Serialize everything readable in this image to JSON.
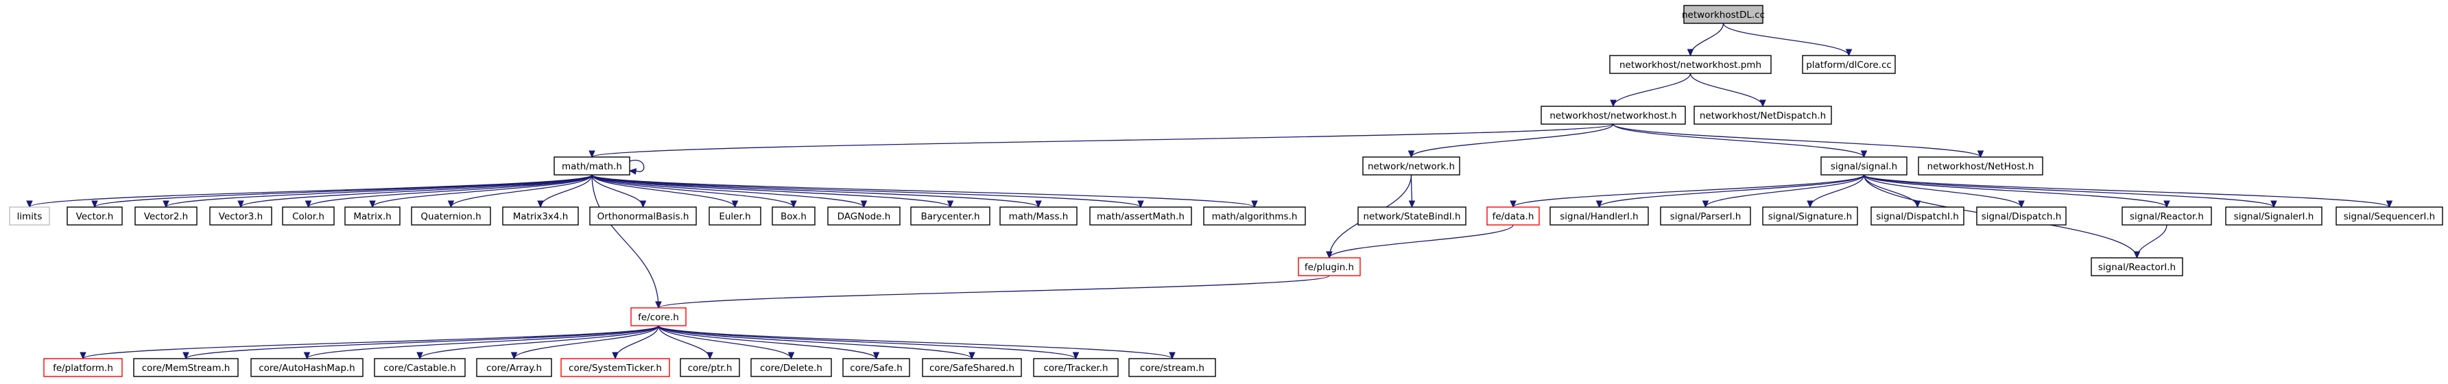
{
  "diagram": {
    "colors": {
      "edge": "#191970",
      "node_border": "#000000",
      "node_fill": "#ffffff",
      "root_fill": "#bfbfbf",
      "missing_border": "#ff0000",
      "external_border": "#bfbfbf"
    },
    "nodes": [
      {
        "id": "n_root",
        "label": "networkhostDL.cc",
        "kind": "root"
      },
      {
        "id": "n_nhpmh",
        "label": "networkhost/networkhost.pmh",
        "kind": "normal"
      },
      {
        "id": "n_dlcore",
        "label": "platform/dlCore.cc",
        "kind": "normal"
      },
      {
        "id": "n_nhh",
        "label": "networkhost/networkhost.h",
        "kind": "normal"
      },
      {
        "id": "n_netdisp",
        "label": "networkhost/NetDispatch.h",
        "kind": "normal"
      },
      {
        "id": "n_mathh",
        "label": "math/math.h",
        "kind": "normal"
      },
      {
        "id": "n_networkh",
        "label": "network/network.h",
        "kind": "normal"
      },
      {
        "id": "n_signalh",
        "label": "signal/signal.h",
        "kind": "normal"
      },
      {
        "id": "n_nethost",
        "label": "networkhost/NetHost.h",
        "kind": "normal"
      },
      {
        "id": "n_limits",
        "label": "limits",
        "kind": "external"
      },
      {
        "id": "n_vector",
        "label": "Vector.h",
        "kind": "normal"
      },
      {
        "id": "n_vector2",
        "label": "Vector2.h",
        "kind": "normal"
      },
      {
        "id": "n_vector3",
        "label": "Vector3.h",
        "kind": "normal"
      },
      {
        "id": "n_color",
        "label": "Color.h",
        "kind": "normal"
      },
      {
        "id": "n_matrix",
        "label": "Matrix.h",
        "kind": "normal"
      },
      {
        "id": "n_quat",
        "label": "Quaternion.h",
        "kind": "normal"
      },
      {
        "id": "n_matrix3x4",
        "label": "Matrix3x4.h",
        "kind": "normal"
      },
      {
        "id": "n_ortho",
        "label": "OrthonormalBasis.h",
        "kind": "normal"
      },
      {
        "id": "n_euler",
        "label": "Euler.h",
        "kind": "normal"
      },
      {
        "id": "n_box",
        "label": "Box.h",
        "kind": "normal"
      },
      {
        "id": "n_dag",
        "label": "DAGNode.h",
        "kind": "normal"
      },
      {
        "id": "n_bary",
        "label": "Barycenter.h",
        "kind": "normal"
      },
      {
        "id": "n_mass",
        "label": "math/Mass.h",
        "kind": "normal"
      },
      {
        "id": "n_assert",
        "label": "math/assertMath.h",
        "kind": "normal"
      },
      {
        "id": "n_algo",
        "label": "math/algorithms.h",
        "kind": "normal"
      },
      {
        "id": "n_statebind",
        "label": "network/StateBindI.h",
        "kind": "normal"
      },
      {
        "id": "n_fedata",
        "label": "fe/data.h",
        "kind": "missing"
      },
      {
        "id": "n_handler",
        "label": "signal/HandlerI.h",
        "kind": "normal"
      },
      {
        "id": "n_parser",
        "label": "signal/ParserI.h",
        "kind": "normal"
      },
      {
        "id": "n_signature",
        "label": "signal/Signature.h",
        "kind": "normal"
      },
      {
        "id": "n_dispatchi",
        "label": "signal/DispatchI.h",
        "kind": "normal"
      },
      {
        "id": "n_dispatch",
        "label": "signal/Dispatch.h",
        "kind": "normal"
      },
      {
        "id": "n_reactor",
        "label": "signal/Reactor.h",
        "kind": "normal"
      },
      {
        "id": "n_signaleri",
        "label": "signal/SignalerI.h",
        "kind": "normal"
      },
      {
        "id": "n_sequencer",
        "label": "signal/SequencerI.h",
        "kind": "normal"
      },
      {
        "id": "n_reactori",
        "label": "signal/ReactorI.h",
        "kind": "normal"
      },
      {
        "id": "n_plugin",
        "label": "fe/plugin.h",
        "kind": "missing"
      },
      {
        "id": "n_core",
        "label": "fe/core.h",
        "kind": "missing"
      },
      {
        "id": "n_platform",
        "label": "fe/platform.h",
        "kind": "missing"
      },
      {
        "id": "n_memstream",
        "label": "core/MemStream.h",
        "kind": "normal"
      },
      {
        "id": "n_autohash",
        "label": "core/AutoHashMap.h",
        "kind": "normal"
      },
      {
        "id": "n_castable",
        "label": "core/Castable.h",
        "kind": "normal"
      },
      {
        "id": "n_array",
        "label": "core/Array.h",
        "kind": "normal"
      },
      {
        "id": "n_systicker",
        "label": "core/SystemTicker.h",
        "kind": "missing"
      },
      {
        "id": "n_ptr",
        "label": "core/ptr.h",
        "kind": "normal"
      },
      {
        "id": "n_delete",
        "label": "core/Delete.h",
        "kind": "normal"
      },
      {
        "id": "n_safe",
        "label": "core/Safe.h",
        "kind": "normal"
      },
      {
        "id": "n_safeshared",
        "label": "core/SafeShared.h",
        "kind": "normal"
      },
      {
        "id": "n_tracker",
        "label": "core/Tracker.h",
        "kind": "normal"
      },
      {
        "id": "n_cstream",
        "label": "core/stream.h",
        "kind": "normal"
      }
    ],
    "edges": [
      [
        "n_root",
        "n_nhpmh"
      ],
      [
        "n_root",
        "n_dlcore"
      ],
      [
        "n_nhpmh",
        "n_nhh"
      ],
      [
        "n_nhpmh",
        "n_netdisp"
      ],
      [
        "n_nhh",
        "n_mathh"
      ],
      [
        "n_nhh",
        "n_networkh"
      ],
      [
        "n_nhh",
        "n_signalh"
      ],
      [
        "n_nhh",
        "n_nethost"
      ],
      [
        "n_mathh",
        "n_mathh"
      ],
      [
        "n_mathh",
        "n_limits"
      ],
      [
        "n_mathh",
        "n_vector"
      ],
      [
        "n_mathh",
        "n_vector2"
      ],
      [
        "n_mathh",
        "n_vector3"
      ],
      [
        "n_mathh",
        "n_color"
      ],
      [
        "n_mathh",
        "n_matrix"
      ],
      [
        "n_mathh",
        "n_quat"
      ],
      [
        "n_mathh",
        "n_matrix3x4"
      ],
      [
        "n_mathh",
        "n_ortho"
      ],
      [
        "n_mathh",
        "n_euler"
      ],
      [
        "n_mathh",
        "n_box"
      ],
      [
        "n_mathh",
        "n_dag"
      ],
      [
        "n_mathh",
        "n_bary"
      ],
      [
        "n_mathh",
        "n_mass"
      ],
      [
        "n_mathh",
        "n_assert"
      ],
      [
        "n_mathh",
        "n_algo"
      ],
      [
        "n_mathh",
        "n_core"
      ],
      [
        "n_networkh",
        "n_statebind"
      ],
      [
        "n_networkh",
        "n_plugin"
      ],
      [
        "n_signalh",
        "n_fedata"
      ],
      [
        "n_signalh",
        "n_handler"
      ],
      [
        "n_signalh",
        "n_parser"
      ],
      [
        "n_signalh",
        "n_signature"
      ],
      [
        "n_signalh",
        "n_dispatchi"
      ],
      [
        "n_signalh",
        "n_dispatch"
      ],
      [
        "n_signalh",
        "n_reactor"
      ],
      [
        "n_signalh",
        "n_signaleri"
      ],
      [
        "n_signalh",
        "n_sequencer"
      ],
      [
        "n_signalh",
        "n_reactori"
      ],
      [
        "n_fedata",
        "n_plugin"
      ],
      [
        "n_reactor",
        "n_reactori"
      ],
      [
        "n_plugin",
        "n_core"
      ],
      [
        "n_core",
        "n_platform"
      ],
      [
        "n_core",
        "n_memstream"
      ],
      [
        "n_core",
        "n_autohash"
      ],
      [
        "n_core",
        "n_castable"
      ],
      [
        "n_core",
        "n_array"
      ],
      [
        "n_core",
        "n_systicker"
      ],
      [
        "n_core",
        "n_ptr"
      ],
      [
        "n_core",
        "n_delete"
      ],
      [
        "n_core",
        "n_safe"
      ],
      [
        "n_core",
        "n_safeshared"
      ],
      [
        "n_core",
        "n_tracker"
      ],
      [
        "n_core",
        "n_cstream"
      ]
    ]
  }
}
